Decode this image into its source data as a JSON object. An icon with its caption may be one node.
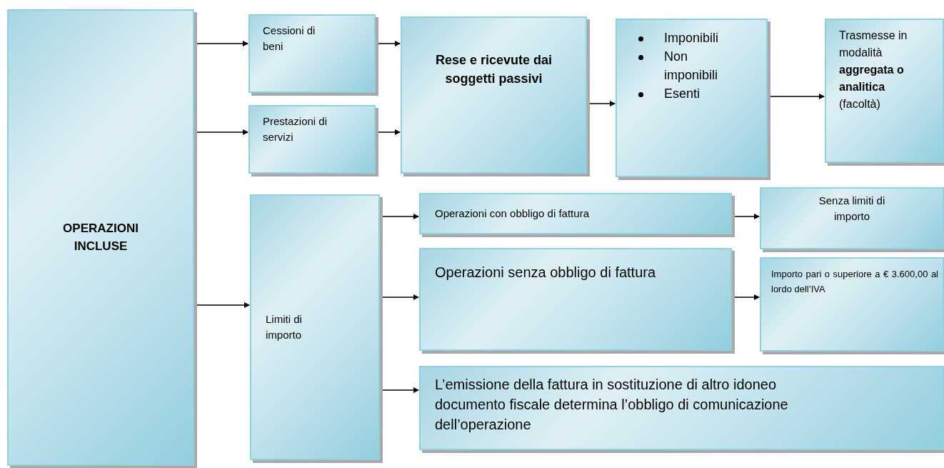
{
  "diagram": {
    "nodes": [
      {
        "text": [
          "OPERAZIONI INCLUSE"
        ]
      },
      {
        "text": [
          "Cessioni di beni"
        ]
      },
      {
        "text": [
          "Prestazioni di servizi"
        ]
      },
      {
        "text": [
          "Rese e ricevute dai soggetti passivi"
        ]
      },
      {
        "text": [
          "Imponibili",
          "Non imponibili",
          "Esenti"
        ]
      },
      {
        "text": [
          "Trasmesse in modalità **aggregata o analitica** (facoltà)"
        ]
      },
      {
        "text": [
          "Limiti di importo"
        ]
      },
      {
        "text": [
          "Operazioni con obbligo di fattura"
        ]
      },
      {
        "text": [
          "Operazioni senza obbligo di fattura"
        ]
      },
      {
        "text": [
          "L’emissione della fattura in sostituzione di altro idoneo documento fiscale determina l’obbligo di comunicazione dell’operazione"
        ]
      },
      {
        "text": [
          "Senza limiti di importo"
        ]
      },
      {
        "text": [
          "Importo pari o superiore a € 3.600,00 al lordo dell’IVA"
        ]
      }
    ],
    "edges": [
      {
        "from": 0,
        "to": 1,
        "arrow": "to"
      },
      {
        "from": 0,
        "to": 2,
        "arrow": "to"
      },
      {
        "from": 0,
        "to": 6,
        "arrow": "to"
      },
      {
        "from": 1,
        "to": 3,
        "arrow": "to"
      },
      {
        "from": 2,
        "to": 3,
        "arrow": "to"
      },
      {
        "from": 3,
        "to": 4,
        "arrow": "to"
      },
      {
        "from": 4,
        "to": 5,
        "arrow": "to"
      },
      {
        "from": 6,
        "to": 7,
        "arrow": "to"
      },
      {
        "from": 6,
        "to": 8,
        "arrow": "to"
      },
      {
        "from": 6,
        "to": 9,
        "arrow": "to"
      },
      {
        "from": 7,
        "to": 10,
        "arrow": "to"
      },
      {
        "from": 8,
        "to": 11,
        "arrow": "to"
      }
    ]
  }
}
